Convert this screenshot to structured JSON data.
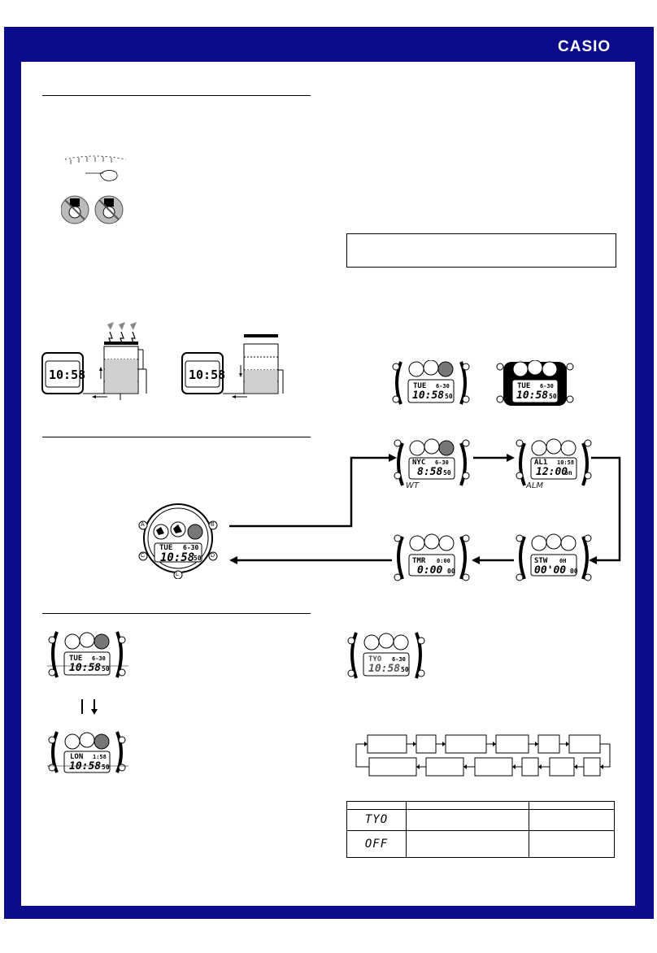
{
  "brand": {
    "logo": "CASIO"
  },
  "colors": {
    "frame": "#0b0b8c",
    "lcd_text": "#000000"
  },
  "solar": {
    "display_left": "10:58",
    "display_right": "10:58"
  },
  "mode_select": {
    "main": {
      "day": "TUE",
      "date": "6-30",
      "time": "10:58",
      "sec": "50"
    },
    "wt": {
      "city": "NYC",
      "date": "6-30",
      "time": "8:58",
      "sec": "50",
      "label": "WT"
    },
    "alm": {
      "id": "AL1",
      "time_top": "10:58",
      "time": "12:00",
      "suffix": "on",
      "label": "ALM"
    },
    "stw": {
      "top": "STW",
      "top_right": "0H",
      "time": "00'00",
      "sec": "00"
    },
    "tmr": {
      "top": "TMR",
      "top_right": "0:00",
      "time": "0:00",
      "sec": "00"
    }
  },
  "illumination": {
    "normal": {
      "day": "TUE",
      "date": "6-30",
      "time": "10:58",
      "sec": "50"
    },
    "lit": {
      "day": "TUE",
      "date": "6-30",
      "time": "10:58",
      "sec": "50"
    }
  },
  "dual_time": {
    "top": {
      "day": "TUE",
      "date": "6-30",
      "time": "10:58",
      "sec": "50"
    },
    "bottom": {
      "city": "LON",
      "date": "1:58",
      "time": "10:58",
      "sec": "50"
    }
  },
  "home_city": {
    "city": "TYO",
    "date": "6-30",
    "time": "10:58",
    "sec": "50"
  },
  "table": {
    "row1_code": "TYO",
    "row2_code": "OFF"
  },
  "buttons": {
    "a": "A",
    "b": "B",
    "c": "C",
    "d": "D",
    "l": "L"
  }
}
